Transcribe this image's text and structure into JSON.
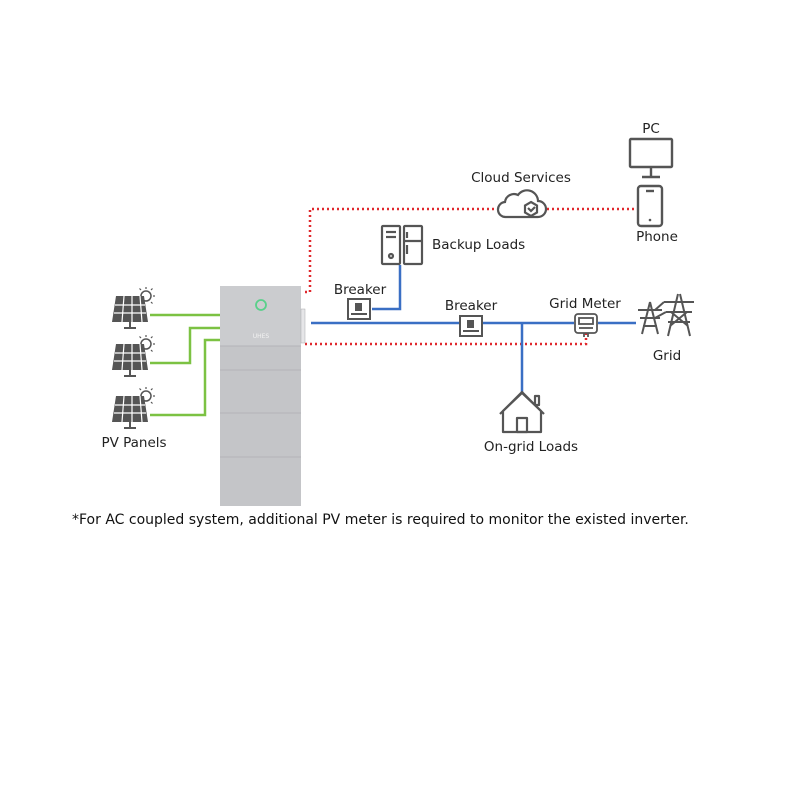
{
  "labels": {
    "pc": "PC",
    "phone": "Phone",
    "cloud_services": "Cloud Services",
    "backup_loads": "Backup Loads",
    "breaker_backup": "Breaker",
    "breaker_grid": "Breaker",
    "grid_meter": "Grid Meter",
    "grid": "Grid",
    "on_grid_loads": "On-grid Loads",
    "pv_panels": "PV Panels",
    "inverter_brand": "UHES"
  },
  "footnote": "*For AC coupled system, additional PV meter is required to monitor the existed inverter.",
  "colors": {
    "pv_line": "#7cc243",
    "ac_line": "#3a6fc4",
    "comm_line": "#e0282d",
    "icon": "#555555",
    "unit_body": "#c4c5c8",
    "led": "#59d08a"
  },
  "icons": [
    "pc-icon",
    "phone-icon",
    "cloud-icon",
    "backup-loads-icon",
    "breaker-icon",
    "grid-meter-icon",
    "transmission-tower-icon",
    "house-icon",
    "solar-panel-icon",
    "inverter-battery-unit"
  ]
}
